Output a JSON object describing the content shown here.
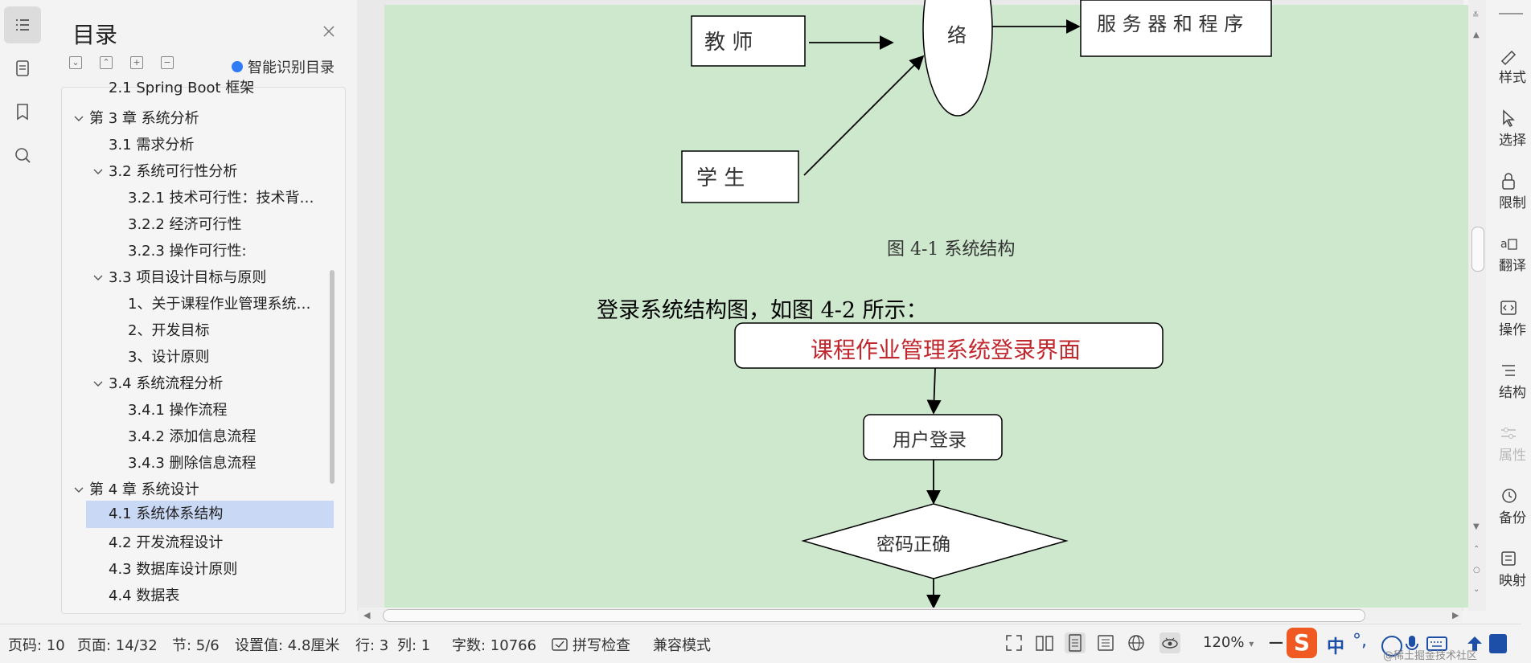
{
  "toc": {
    "title": "目录",
    "smart_label": "智能识别目录",
    "items": [
      {
        "label": "2.1 Spring   Boot 框架"
      },
      {
        "label": "第 3 章  系统分析"
      },
      {
        "label": "3.1  需求分析"
      },
      {
        "label": "3.2  系统可行性分析"
      },
      {
        "label": "3.2.1 技术可行性：技术背…"
      },
      {
        "label": "3.2.2 经济可行性"
      },
      {
        "label": "3.2.3 操作可行性:"
      },
      {
        "label": "3.3  项目设计目标与原则"
      },
      {
        "label": "1、关于课程作业管理系统…"
      },
      {
        "label": "2、开发目标"
      },
      {
        "label": "3、设计原则"
      },
      {
        "label": "3.4 系统流程分析"
      },
      {
        "label": "3.4.1 操作流程"
      },
      {
        "label": "3.4.2 添加信息流程"
      },
      {
        "label": "3.4.3 删除信息流程"
      },
      {
        "label": "第 4 章  系统设计"
      },
      {
        "label": "4.1  系统体系结构"
      },
      {
        "label": "4.2 开发流程设计"
      },
      {
        "label": "4.3  数据库设计原则"
      },
      {
        "label": "4.4  数据表"
      }
    ]
  },
  "document": {
    "fig1": {
      "teacher": "教     师",
      "student": "学     生",
      "network": "络",
      "server": "服 务 器 和 程 序",
      "caption": "图 4-1  系统结构"
    },
    "intro": "登录系统结构图，如图 4-2 所示：",
    "fig2": {
      "title": "课程作业管理系统登录界面",
      "login": "用户登录",
      "password": "密码正确"
    }
  },
  "right_toolbar": [
    {
      "label": "样式",
      "icon": "pen-icon",
      "disabled": false
    },
    {
      "label": "选择",
      "icon": "cursor-icon",
      "disabled": false
    },
    {
      "label": "限制",
      "icon": "lock-icon",
      "disabled": false
    },
    {
      "label": "翻译",
      "icon": "translate-icon",
      "disabled": false
    },
    {
      "label": "操作",
      "icon": "code-icon",
      "disabled": false
    },
    {
      "label": "结构",
      "icon": "structure-icon",
      "disabled": false
    },
    {
      "label": "属性",
      "icon": "sliders-icon",
      "disabled": true
    },
    {
      "label": "备份",
      "icon": "history-icon",
      "disabled": false
    },
    {
      "label": "映射",
      "icon": "map-icon",
      "disabled": false
    }
  ],
  "status": {
    "page_no": "页码: 10",
    "page": "页面: 14/32",
    "section": "节: 5/6",
    "setting": "设置值: 4.8厘米",
    "row": "行: 3",
    "col": "列: 1",
    "words": "字数: 10766",
    "spell": "拼写检查",
    "compat": "兼容模式",
    "zoom": "120%",
    "ime": "中",
    "watermark": "@稀土掘金技术社区"
  },
  "colors": {
    "page_bg": "#cde8cd",
    "accent": "#2f7bf5",
    "selected": "#c9d8f5",
    "title_red": "#c0282e",
    "ime_orange": "#f05a22"
  }
}
